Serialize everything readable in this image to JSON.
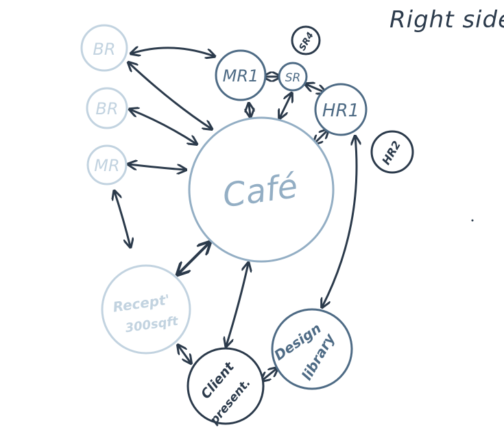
{
  "title": "Right side'",
  "colors": {
    "ink_dark": "#2b3a4b",
    "ink_mid": "#4e6b85",
    "ink_light": "#93aec4",
    "ink_pale": "#c2d3e0"
  },
  "nodes": {
    "cafe": "Café",
    "br_top": "BR",
    "br_mid": "BR",
    "mr_left": "MR",
    "mr1": "MR1",
    "sr": "SR",
    "sr4": "SR4",
    "hr1": "HR1",
    "hr2": "HR2",
    "reception_line1": "Recept'",
    "reception_line2": "300sqft",
    "client_line1": "Client",
    "client_line2": "present.",
    "design_line1": "Design",
    "design_line2": "library"
  }
}
